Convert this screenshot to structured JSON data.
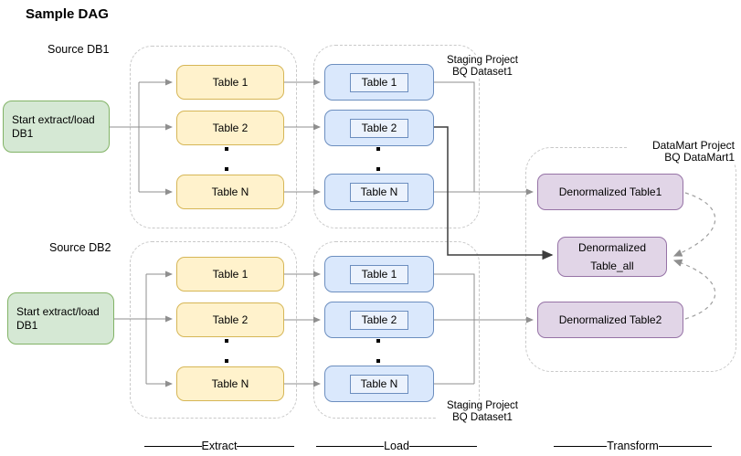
{
  "title": "Sample DAG",
  "stage_labels": {
    "extract": "Extract",
    "load": "Load",
    "transform": "Transform"
  },
  "groups": [
    {
      "source_label": "Source DB1",
      "start_node": {
        "line1": "Start extract/load",
        "line2": "DB1"
      },
      "extract_tables": [
        "Table 1",
        "Table 2",
        "Table N"
      ],
      "load_tables": [
        "Table 1",
        "Table 2",
        "Table N"
      ],
      "staging_label": {
        "line1": "Staging Project",
        "line2": "BQ Dataset1"
      }
    },
    {
      "source_label": "Source DB2",
      "start_node": {
        "line1": "Start extract/load",
        "line2": "DB1"
      },
      "extract_tables": [
        "Table 1",
        "Table 2",
        "Table N"
      ],
      "load_tables": [
        "Table 1",
        "Table 2",
        "Table N"
      ],
      "staging_label": {
        "line1": "Staging Project",
        "line2": "BQ Dataset1"
      }
    }
  ],
  "datamart": {
    "label": {
      "line1": "DataMart Project",
      "line2": "BQ DataMart1"
    },
    "nodes": {
      "table1": "Denormalized Table1",
      "table_all": {
        "line1": "Denormalized",
        "line2": "Table_all"
      },
      "table2": "Denormalized Table2"
    }
  },
  "colors": {
    "start_fill": "#d5e8d4",
    "start_stroke": "#82b366",
    "extract_fill": "#fff2cc",
    "extract_stroke": "#d6b656",
    "load_fill": "#dae8fc",
    "load_stroke": "#6c8ebf",
    "datamart_fill": "#e1d5e7",
    "datamart_stroke": "#9673a6",
    "connector": "#8f8f8f",
    "connector_dark": "#3d3d3d",
    "container_stroke": "#c9c9c9"
  }
}
